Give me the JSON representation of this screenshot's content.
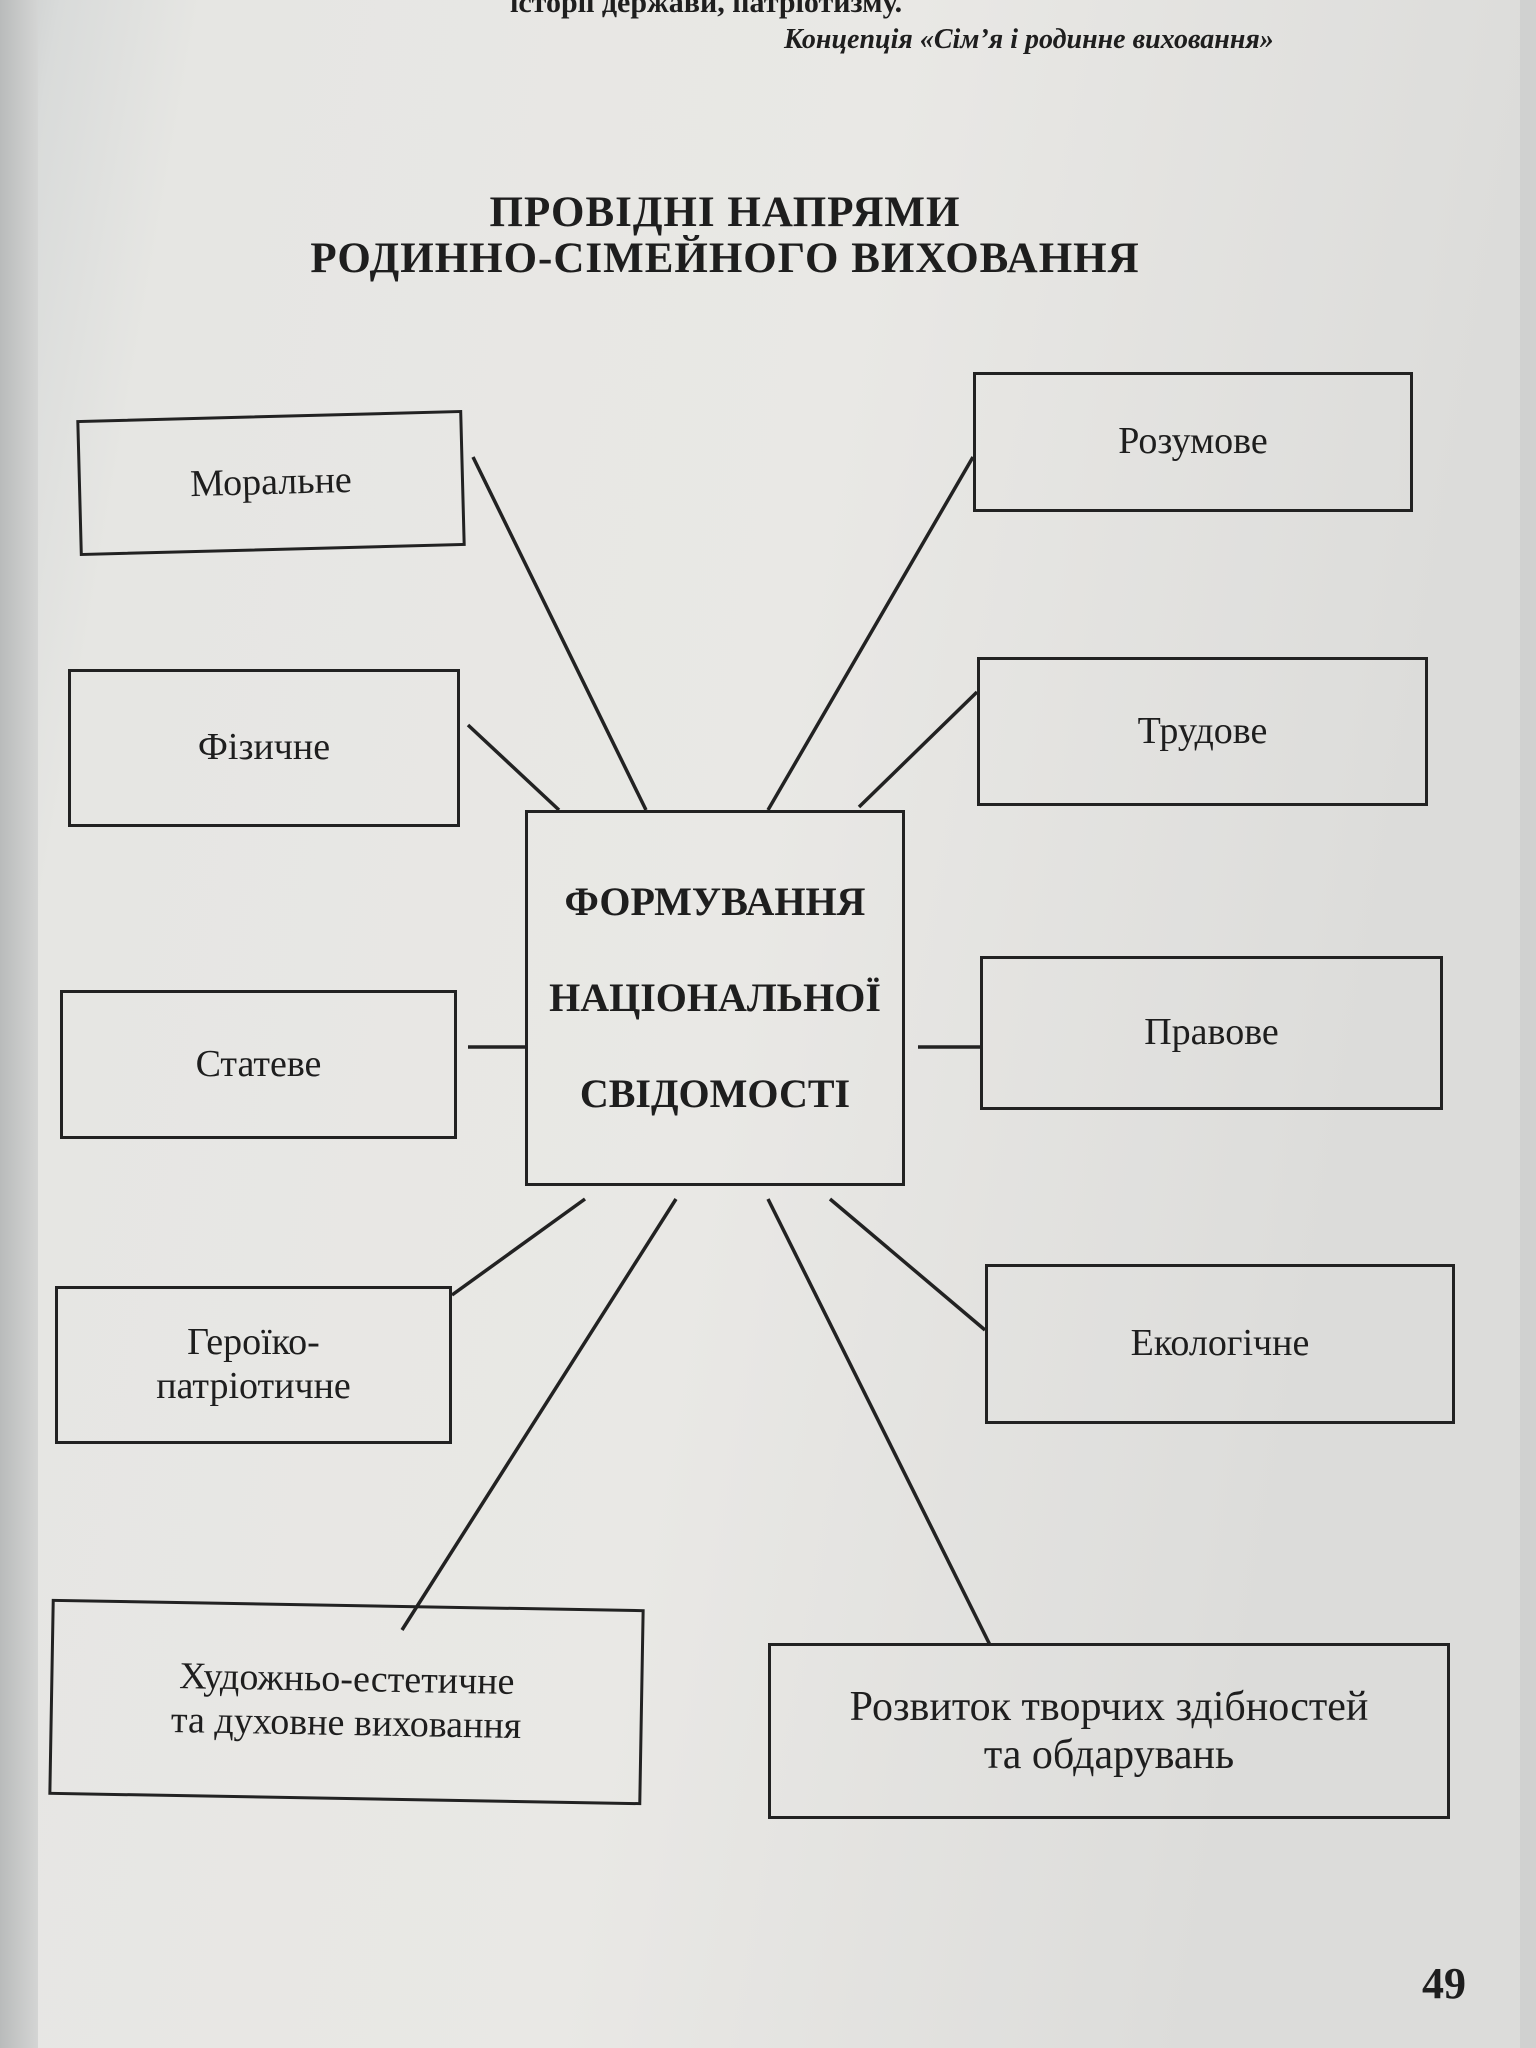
{
  "page": {
    "top_line": "історії держави, патріотизму.",
    "quote_source": "Концепція «Сім’я і родинне виховання»",
    "title_line1": "ПРОВІДНІ НАПРЯМИ",
    "title_line2": "РОДИННО-СІМЕЙНОГО ВИХОВАННЯ",
    "page_number": "49"
  },
  "diagram": {
    "center": [
      "ФОРМУВАННЯ",
      "НАЦІОНАЛЬНОЇ",
      "СВІДОМОСТІ"
    ],
    "nodes": {
      "moral": "Моральне",
      "mental": "Розумове",
      "physical": "Фізичне",
      "labor": "Трудове",
      "sexual": "Статеве",
      "legal": "Правове",
      "heroic1": "Героїко-",
      "heroic2": "патріотичне",
      "ecological": "Екологічне",
      "art1": "Художньо-естетичне",
      "art2": "та духовне виховання",
      "creative1": "Розвиток творчих здібностей",
      "creative2": "та обдарувань"
    }
  }
}
